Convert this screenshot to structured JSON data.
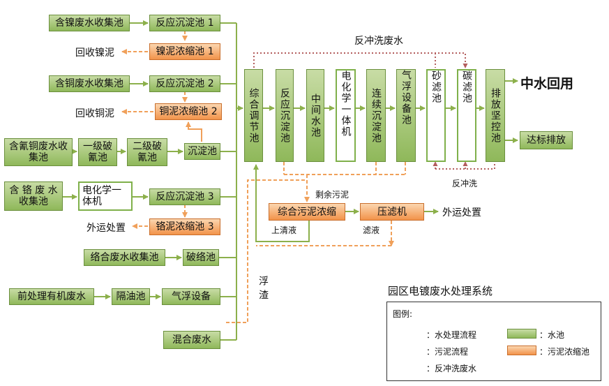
{
  "nodes": {
    "ni_collect": "含镍废水收集池",
    "react1": "反应沉淀池 1",
    "ni_thick": "镍泥浓缩池 1",
    "ni_recover": "回收镍泥",
    "cu_collect": "含铜废水收集池",
    "react2": "反应沉淀池 2",
    "cu_thick": "铜泥浓缩池 2",
    "cu_recover": "回收铜泥",
    "cn_collect": "含氰铜废水收集池",
    "cn1": "一级破氰池",
    "cn2": "二级破氰池",
    "sed": "沉淀池",
    "cr_collect": "含 铬 废 水收集池",
    "ec1": "电化学一体机",
    "react3": "反应沉淀池 3",
    "cr_thick": "铬泥浓缩池 3",
    "cr_out": "外运处置",
    "complex_collect": "络合废水收集池",
    "complex_break": "破络池",
    "organic": "前处理有机废水",
    "oil_sep": "隔油池",
    "float1": "气浮设备",
    "mixed": "混合废水",
    "eq": "综合调节池",
    "react_sed": "反应沉淀池",
    "mid": "中间水池",
    "ec2": "电化学一体机",
    "cont_sed": "连续沉淀池",
    "float2": "气浮设备池",
    "sand": "砂滤池",
    "carbon": "碳滤池",
    "discharge": "排放坚控池",
    "reuse": "中水回用",
    "standard": "达标排放",
    "sludge_thick": "综合污泥浓缩",
    "filter_press": "压滤机",
    "sludge_out": "外运处置"
  },
  "labels": {
    "backwash_water": "反冲洗废水",
    "backwash": "反冲洗",
    "residual_sludge": "剩余污泥",
    "supernatant": "上清液",
    "filtrate": "滤液",
    "scum": "浮渣",
    "system_title": "园区电镀废水处理系统"
  },
  "legend": {
    "title": "图例:",
    "water_flow": "：水处理流程",
    "sludge_flow": "：污泥流程",
    "backwash_flow": "：反冲洗废水",
    "pool": "：水池",
    "thickener": "：污泥浓缩池"
  },
  "colors": {
    "water_line": "#8cb04b",
    "sludge_line": "#f0a05a",
    "backwash_line": "#b35d5d",
    "pool_fill": "#a9c97b",
    "thickener_fill": "#f5a561"
  }
}
